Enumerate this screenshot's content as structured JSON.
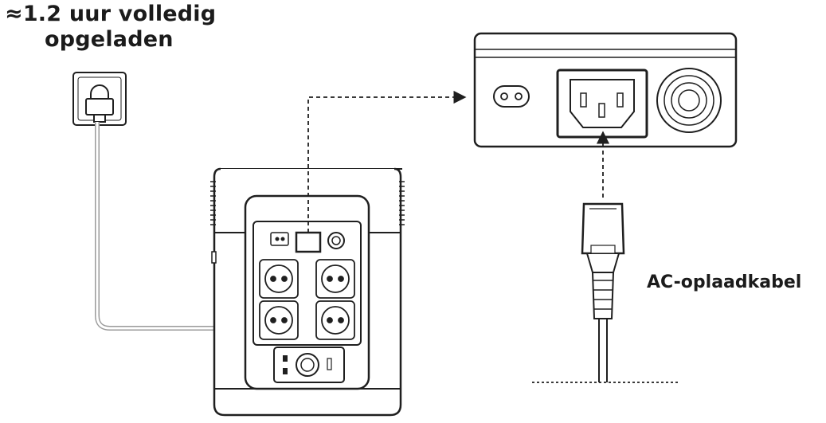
{
  "title": {
    "line1": "≈1.2 uur volledig",
    "line2": "opgeladen"
  },
  "cable_label": "AC-oplaadkabel",
  "colors": {
    "line": "#1f1f1f",
    "cable": "#9a9a9a",
    "body_fill": "#ffffff"
  },
  "icons": [
    "wall-outlet-icon",
    "power-station-icon",
    "ac-input-panel-icon",
    "ac-charging-cable-icon"
  ]
}
